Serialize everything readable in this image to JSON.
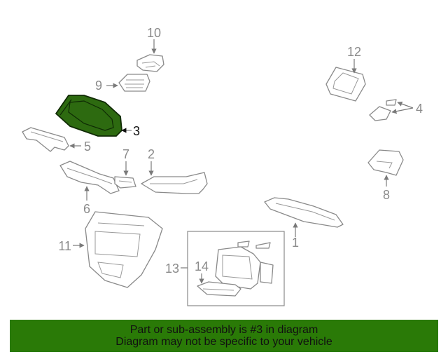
{
  "callouts": {
    "c1": "1",
    "c2": "2",
    "c3": "3",
    "c4": "4",
    "c5": "5",
    "c6": "6",
    "c7": "7",
    "c8": "8",
    "c9": "9",
    "c10": "10",
    "c11": "11",
    "c12": "12",
    "c13": "13",
    "c14": "14"
  },
  "banner": {
    "line1": "Part or sub-assembly is #3 in diagram",
    "line2": "Diagram may not be specific to your vehicle"
  },
  "colors": {
    "highlight_part": "#2d6a10",
    "banner_background": "#2a7a07",
    "part_outline": "#8a8a8a"
  }
}
